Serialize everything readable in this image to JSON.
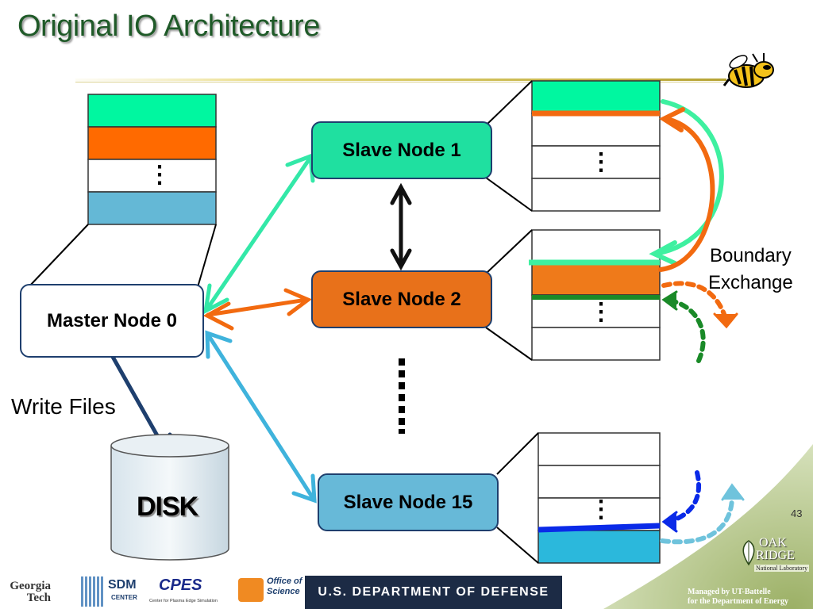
{
  "slide": {
    "title": "Original IO Architecture",
    "page_number": "43"
  },
  "nodes": {
    "master": "Master Node 0",
    "slave1": "Slave Node 1",
    "slave2": "Slave Node 2",
    "slave15": "Slave Node 15"
  },
  "labels": {
    "write_files": "Write Files",
    "disk": "DISK",
    "boundary_exchange_line1": "Boundary",
    "boundary_exchange_line2": "Exchange",
    "ellipsis": "⋮"
  },
  "footer": {
    "georgia_tech": "Georgia Tech",
    "sdm": "SDM",
    "sdm_sub": "CENTER",
    "cpes": "CPES",
    "cpes_sub": "Center for Plasma Edge Simulation",
    "office_of_science_1": "Office of",
    "office_of_science_2": "Science",
    "dod": "U.S. DEPARTMENT OF DEFENSE",
    "oak_ridge_1": "OAK",
    "oak_ridge_2": "RIDGE",
    "oak_ridge_3": "National Laboratory",
    "managed_1": "Managed by UT-Battelle",
    "managed_2": "for the Department of Energy"
  },
  "colors": {
    "green": "#00f7a0",
    "orange": "#f26a10",
    "light_blue": "#5fb3d6",
    "slave1_fill": "#1fe0a0",
    "slave2_fill": "#e8711a",
    "slave15_fill": "#67b9d8",
    "title": "#1f5a28"
  }
}
